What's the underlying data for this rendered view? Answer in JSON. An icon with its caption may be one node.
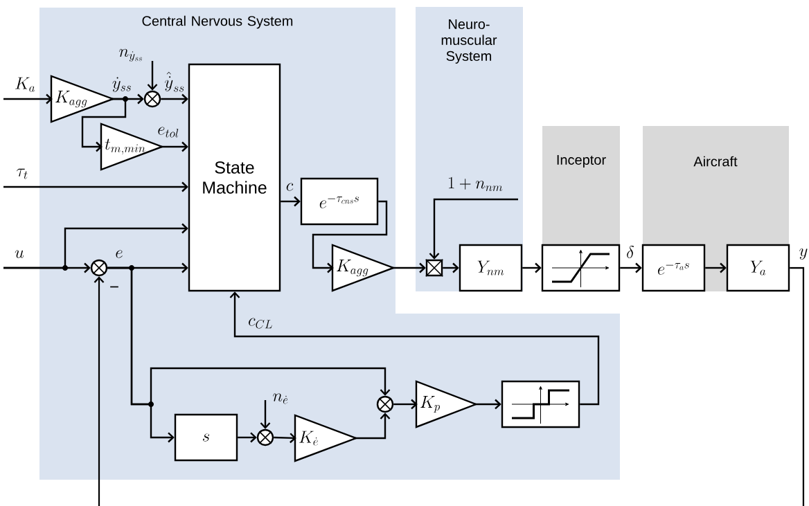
{
  "diagram": {
    "nodes": [
      {
        "text": [
          "Central Nervous System"
        ]
      },
      {
        "text": [
          "Neuro-muscular System"
        ]
      },
      {
        "text": [
          "Inceptor"
        ]
      },
      {
        "text": [
          "Aircraft"
        ]
      },
      {
        "text": [
          "K_{agg}"
        ],
        "in": 0
      },
      {
        "text": [],
        "shape": "circle",
        "in": 0
      },
      {
        "text": [
          "t_{m,min}"
        ],
        "in": 0
      },
      {
        "text": [
          "State Machine"
        ],
        "in": 0
      },
      {
        "text": [
          "e^{-\\tau_{cns}s}"
        ],
        "in": 0
      },
      {
        "text": [
          "K_{agg}"
        ],
        "in": 0
      },
      {
        "text": [],
        "shape": "circle",
        "in": 0,
        "beside": [
          "−"
        ]
      },
      {
        "text": [
          "s"
        ],
        "in": 0
      },
      {
        "text": [],
        "shape": "circle",
        "in": 0
      },
      {
        "text": [
          "K_{\\dot{e}}"
        ],
        "in": 0
      },
      {
        "text": [],
        "shape": "circle",
        "in": 0
      },
      {
        "text": [
          "K_{p}"
        ],
        "in": 0
      },
      {
        "text": [],
        "shape": "box",
        "in": 0
      },
      {
        "text": [],
        "shape": "box",
        "in": 1
      },
      {
        "text": [
          "Y_{nm}"
        ],
        "in": 1
      },
      {
        "text": [],
        "shape": "box",
        "in": 2
      },
      {
        "text": [
          "e^{-\\tau_{a}s}"
        ],
        "in": 3
      },
      {
        "text": [
          "Y_{a}"
        ],
        "in": 3
      }
    ],
    "edges": [
      {
        "from": null,
        "to": 4,
        "arrow": "to",
        "label": "K_{a}"
      },
      {
        "from": 4,
        "to": 5,
        "arrow": "to",
        "label": "\\dot{y}_{ss}"
      },
      {
        "from": 4,
        "to": 6,
        "arrow": "to"
      },
      {
        "from": null,
        "to": 5,
        "arrow": "to",
        "label": "n_{\\dot{y}_{ss}}"
      },
      {
        "from": 5,
        "to": 7,
        "arrow": "to",
        "label": "\\hat{\\dot{y}}_{ss}"
      },
      {
        "from": 6,
        "to": 7,
        "arrow": "to",
        "label": "e_{tol}"
      },
      {
        "from": null,
        "to": 7,
        "arrow": "to",
        "label": "\\tau_{t}"
      },
      {
        "from": null,
        "to": 10,
        "arrow": "to",
        "label": "u"
      },
      {
        "from": null,
        "to": 7,
        "arrow": "to"
      },
      {
        "from": 10,
        "to": 7,
        "arrow": "to",
        "label": "e"
      },
      {
        "from": 7,
        "to": 8,
        "arrow": "to",
        "label": "c"
      },
      {
        "from": 8,
        "to": 9,
        "arrow": "to"
      },
      {
        "from": 9,
        "to": 17,
        "arrow": "to"
      },
      {
        "from": null,
        "to": 17,
        "arrow": "to",
        "label": "1+n_{nm}"
      },
      {
        "from": 17,
        "to": 18,
        "arrow": "to"
      },
      {
        "from": 18,
        "to": 19,
        "arrow": "to"
      },
      {
        "from": 19,
        "to": 20,
        "arrow": "to",
        "label": "\\delta"
      },
      {
        "from": 20,
        "to": 21,
        "arrow": "to"
      },
      {
        "from": 21,
        "to": null,
        "arrow": "none",
        "label": "y"
      },
      {
        "from": null,
        "to": 10,
        "arrow": "to"
      },
      {
        "from": 10,
        "to": 14,
        "arrow": "to"
      },
      {
        "from": 10,
        "to": 11,
        "arrow": "to"
      },
      {
        "from": 11,
        "to": 12,
        "arrow": "to"
      },
      {
        "from": null,
        "to": 12,
        "arrow": "to",
        "label": "n_{\\dot{e}}"
      },
      {
        "from": 12,
        "to": 13,
        "arrow": "to"
      },
      {
        "from": 13,
        "to": 14,
        "arrow": "to"
      },
      {
        "from": 14,
        "to": 15,
        "arrow": "to"
      },
      {
        "from": 15,
        "to": 16,
        "arrow": "to"
      },
      {
        "from": 16,
        "to": 7,
        "arrow": "to",
        "label": "c_{CL}"
      }
    ]
  }
}
